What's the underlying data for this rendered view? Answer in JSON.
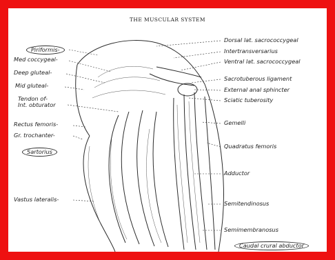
{
  "title": "THE MUSCULAR SYSTEM",
  "labels_left": [
    {
      "id": "piriformis",
      "text": "Piriformis-"
    },
    {
      "id": "med-coccygeal",
      "text": "Med coccygeal-"
    },
    {
      "id": "deep-gluteal",
      "text": "Deep gluteal-"
    },
    {
      "id": "mid-gluteal",
      "text": "Mid gluteal-"
    },
    {
      "id": "tendon-of",
      "text": "Tendon of-"
    },
    {
      "id": "int-obturator",
      "text": "Int. obturator"
    },
    {
      "id": "rectus-femoris",
      "text": "Rectus femoris-"
    },
    {
      "id": "gr-trochanter",
      "text": "Gr. trochanter-"
    },
    {
      "id": "sartorius",
      "text": "Sartorius"
    },
    {
      "id": "vastus-lateralis",
      "text": "Vastus lateralis-"
    }
  ],
  "labels_right": [
    {
      "id": "dorsal-lat-sacrococcygeal",
      "text": "Dorsal lat. sacrococcygeal"
    },
    {
      "id": "intertransversarius",
      "text": "Intertransversarius"
    },
    {
      "id": "ventral-lat-sacrococcygeal",
      "text": "Ventral lat. sacrococcygeal"
    },
    {
      "id": "sacrotuberous-ligament",
      "text": "Sacrotuberous ligament"
    },
    {
      "id": "external-anal-sphincter",
      "text": "External anal sphincter"
    },
    {
      "id": "sciatic-tuberosity",
      "text": "Sciatic tuberosity"
    },
    {
      "id": "gemelli",
      "text": "Gemelli"
    },
    {
      "id": "quadratus-femoris",
      "text": "Quadratus femoris"
    },
    {
      "id": "adductor",
      "text": "Adductor"
    },
    {
      "id": "semitendinosus",
      "text": "Semitendinosus"
    },
    {
      "id": "semimembranosus",
      "text": "Semimembranosus"
    },
    {
      "id": "caudal-crural-abductor",
      "text": "Caudal crural abductor"
    }
  ],
  "colors": {
    "frame": "#ee1111",
    "ink": "#1e1e1e",
    "paper": "#ffffff"
  }
}
